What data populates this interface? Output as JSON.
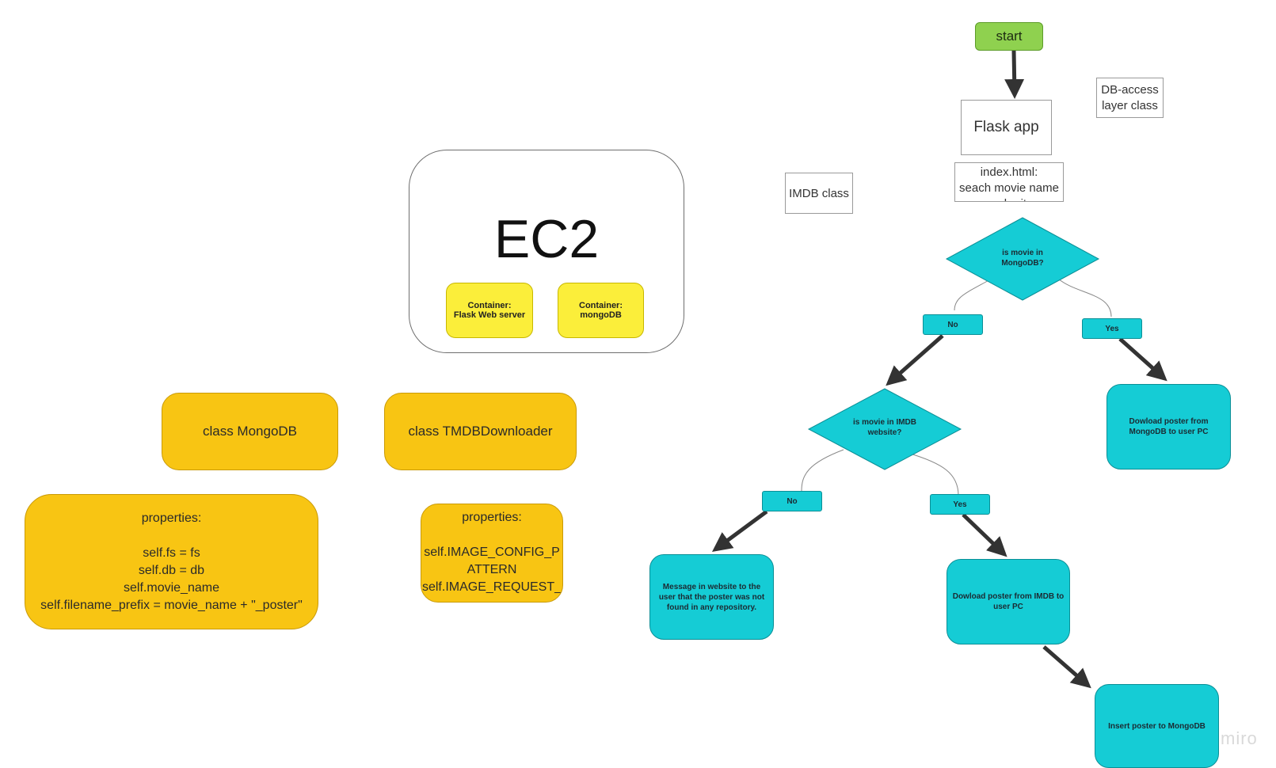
{
  "ec2": {
    "title": "EC2",
    "container_flask": "Container:\nFlask Web server",
    "container_mongo": "Container:\nmongoDB"
  },
  "classes": {
    "mongodb_title": "class MongoDB",
    "tmdb_title": "class TMDBDownloader",
    "mongodb_props": "properties:\n\nself.fs = fs\nself.db = db\nself.movie_name\nself.filename_prefix = movie_name + \"_poster\"",
    "tmdb_props": "properties:\n\nself.IMAGE_CONFIG_P\nATTERN\nself.IMAGE_REQUEST_"
  },
  "flow": {
    "start": "start",
    "flask_app": "Flask app",
    "index_html": "index.html:\nseach movie name\nsubmit",
    "db_access": "DB-access\nlayer class",
    "imdb_class": "IMDB class",
    "decision_mongo": "is movie in\nMongoDB?",
    "decision_imdb": "is movie in IMDB\nwebsite?",
    "no_1": "No",
    "yes_1": "Yes",
    "no_2": "No",
    "yes_2": "Yes",
    "download_mongo": "Dowload poster from\nMongoDB to user PC",
    "message_not_found": "Message in website to the\nuser that the poster was not\nfound in any repository.",
    "download_imdb": "Dowload poster from IMDB to\nuser PC",
    "insert_mongo": "Insert poster to MongoDB"
  },
  "watermark": "miro",
  "colors": {
    "start_green": "#8fd14f",
    "teal": "#15ccd5",
    "orange": "#f8c513",
    "yellow": "#fbee3a"
  }
}
